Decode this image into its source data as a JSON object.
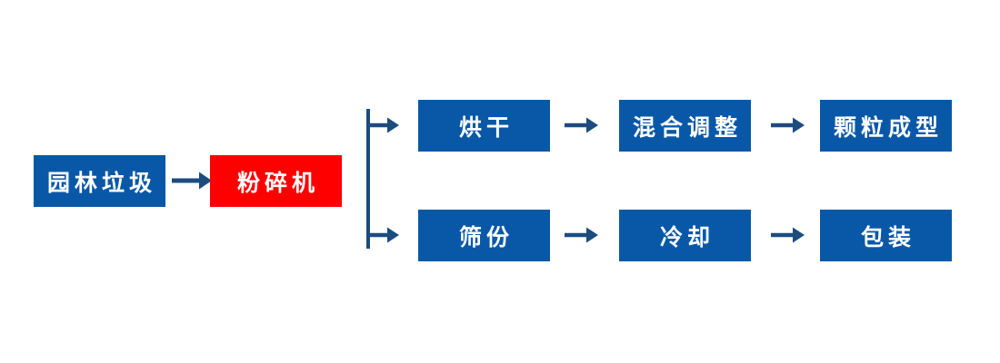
{
  "nodes": {
    "garden_waste": {
      "label": "园林垃圾",
      "fill": "#0958a8"
    },
    "crusher": {
      "label": "粉碎机",
      "fill": "#fe0000"
    },
    "drying": {
      "label": "烘干",
      "fill": "#0958a8"
    },
    "mixing_adjust": {
      "label": "混合调整",
      "fill": "#0958a8"
    },
    "pellet_forming": {
      "label": "颗粒成型",
      "fill": "#0958a8"
    },
    "sieving": {
      "label": "筛份",
      "fill": "#0958a8"
    },
    "cooling": {
      "label": "冷却",
      "fill": "#0958a8"
    },
    "packaging": {
      "label": "包装",
      "fill": "#0958a8"
    }
  },
  "edges": [
    {
      "from": "garden_waste",
      "to": "crusher"
    },
    {
      "from": "crusher",
      "to": "drying"
    },
    {
      "from": "crusher",
      "to": "sieving"
    },
    {
      "from": "drying",
      "to": "mixing_adjust"
    },
    {
      "from": "mixing_adjust",
      "to": "pellet_forming"
    },
    {
      "from": "sieving",
      "to": "cooling"
    },
    {
      "from": "cooling",
      "to": "packaging"
    }
  ],
  "colors": {
    "box_blue": "#0958a8",
    "box_red": "#fe0000",
    "arrow": "#1c4c7f",
    "text": "#ffffff",
    "background": "#ffffff"
  }
}
